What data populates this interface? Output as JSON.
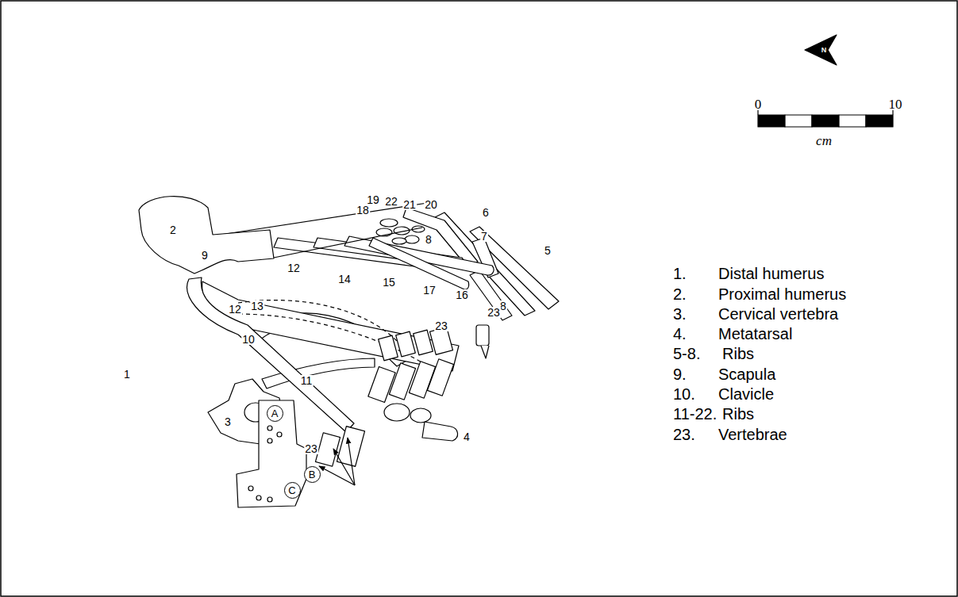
{
  "diagram": {
    "nodes": [
      {
        "text": [
          "A"
        ]
      },
      {
        "text": [
          "B"
        ]
      },
      {
        "text": [
          "C"
        ]
      }
    ],
    "labels": [
      "N",
      "0",
      "10",
      "cm",
      "1",
      "2",
      "3",
      "4",
      "5",
      "6",
      "7",
      "8",
      "8",
      "9",
      "10",
      "11",
      "12",
      "12",
      "13",
      "14",
      "15",
      "16",
      "17",
      "18",
      "19",
      "20",
      "21",
      "22",
      "23",
      "23",
      "23",
      "1.",
      "Distal humerus",
      "2.",
      "Proximal humerus",
      "3.",
      "Cervical vertebra",
      "4.",
      "Metatarsal",
      "5-8.",
      "Ribs",
      "9.",
      "Scapula",
      "10.",
      "Clavicle",
      "11-22.",
      "Ribs",
      "23.",
      "Vertebrae"
    ]
  }
}
